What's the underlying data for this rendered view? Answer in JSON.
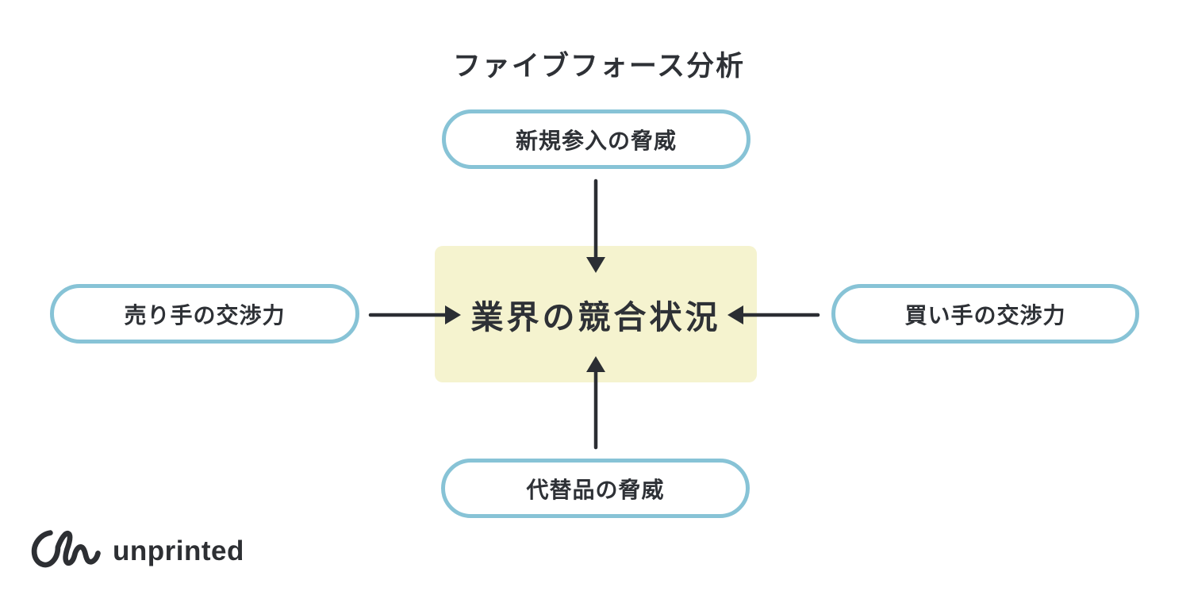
{
  "title": "ファイブフォース分析",
  "colors": {
    "pill_border": "#87c3d6",
    "center_fill": "#f5f3cf",
    "text": "#2e3136",
    "arrow": "#2b2e33",
    "bg": "#ffffff",
    "logo": "#2d2f33"
  },
  "diagram": {
    "center": {
      "label": "業界の競合状況"
    },
    "nodes": {
      "top": {
        "label": "新規参入の脅威"
      },
      "left": {
        "label": "売り手の交渉力"
      },
      "right": {
        "label": "買い手の交渉力"
      },
      "bottom": {
        "label": "代替品の脅威"
      }
    },
    "arrows": [
      {
        "from": "top",
        "to": "center"
      },
      {
        "from": "left",
        "to": "center"
      },
      {
        "from": "right",
        "to": "center"
      },
      {
        "from": "bottom",
        "to": "center"
      }
    ]
  },
  "footer": {
    "logo_text": "unprinted"
  }
}
